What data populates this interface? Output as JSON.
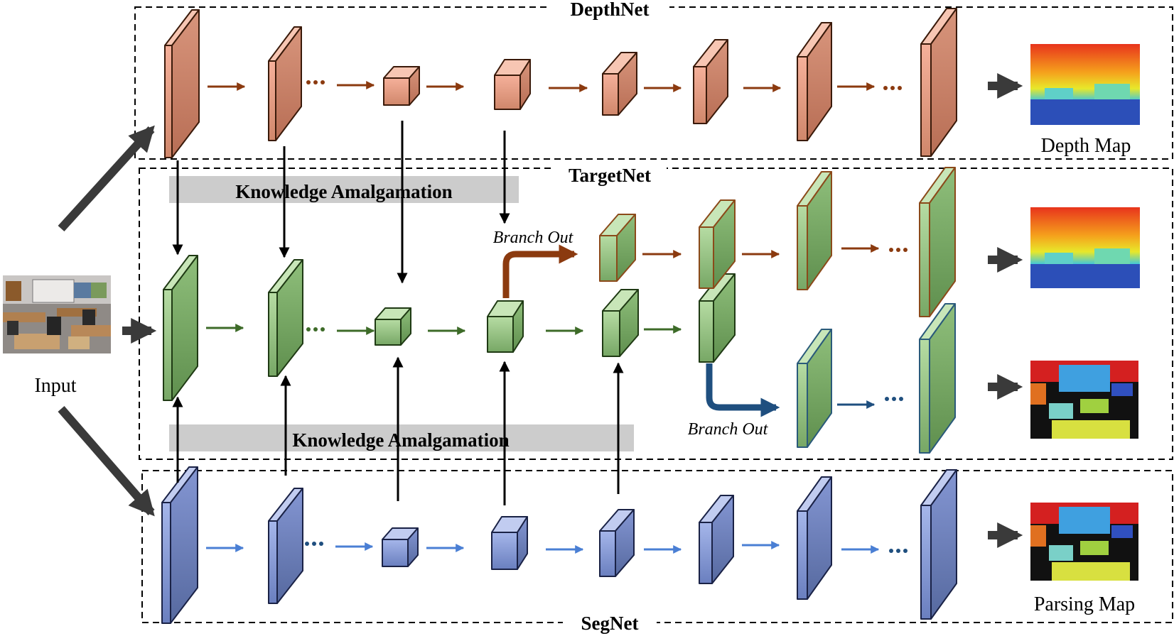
{
  "networks": {
    "depth": "DepthNet",
    "target": "TargetNet",
    "seg": "SegNet"
  },
  "labels": {
    "input": "Input",
    "depth_map": "Depth Map",
    "parsing_map": "Parsing Map",
    "ka_top": "Knowledge Amalgamation",
    "ka_bottom": "Knowledge Amalgamation",
    "branch_out_depth": "Branch Out",
    "branch_out_seg": "Branch Out"
  },
  "colors": {
    "depth_feature": "#e8997e",
    "target_feature": "#8fc07a",
    "seg_feature": "#7f93cf",
    "depth_arrow": "#8b3a0f",
    "target_arrow": "#3d6b28",
    "seg_arrow": "#4a7fd4",
    "seg_branch": "#1f4f7f",
    "depth_branch": "#8b3a0f",
    "ka_band": "#cccccc",
    "big_arrow": "#3a3a3a"
  }
}
